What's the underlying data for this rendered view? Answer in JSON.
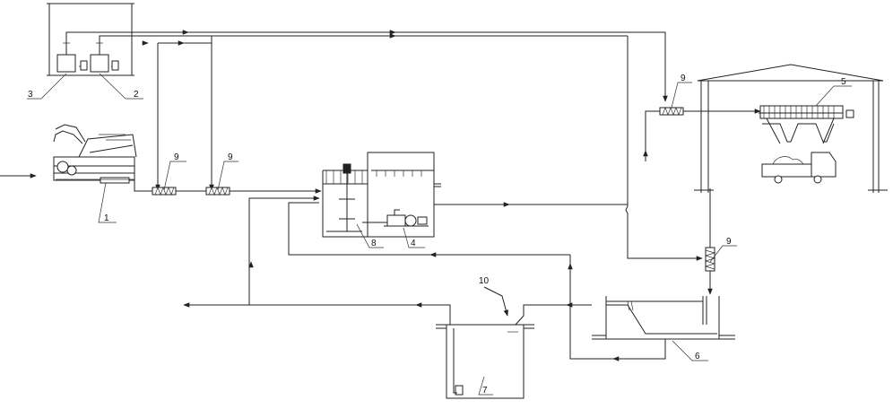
{
  "labels": {
    "n1": "1",
    "n2": "2",
    "n3": "3",
    "n4": "4",
    "n5": "5",
    "n6": "6",
    "n7": "7",
    "n8": "8",
    "n9a": "9",
    "n9b": "9",
    "n9c": "9",
    "n9d": "9",
    "n10": "10"
  }
}
